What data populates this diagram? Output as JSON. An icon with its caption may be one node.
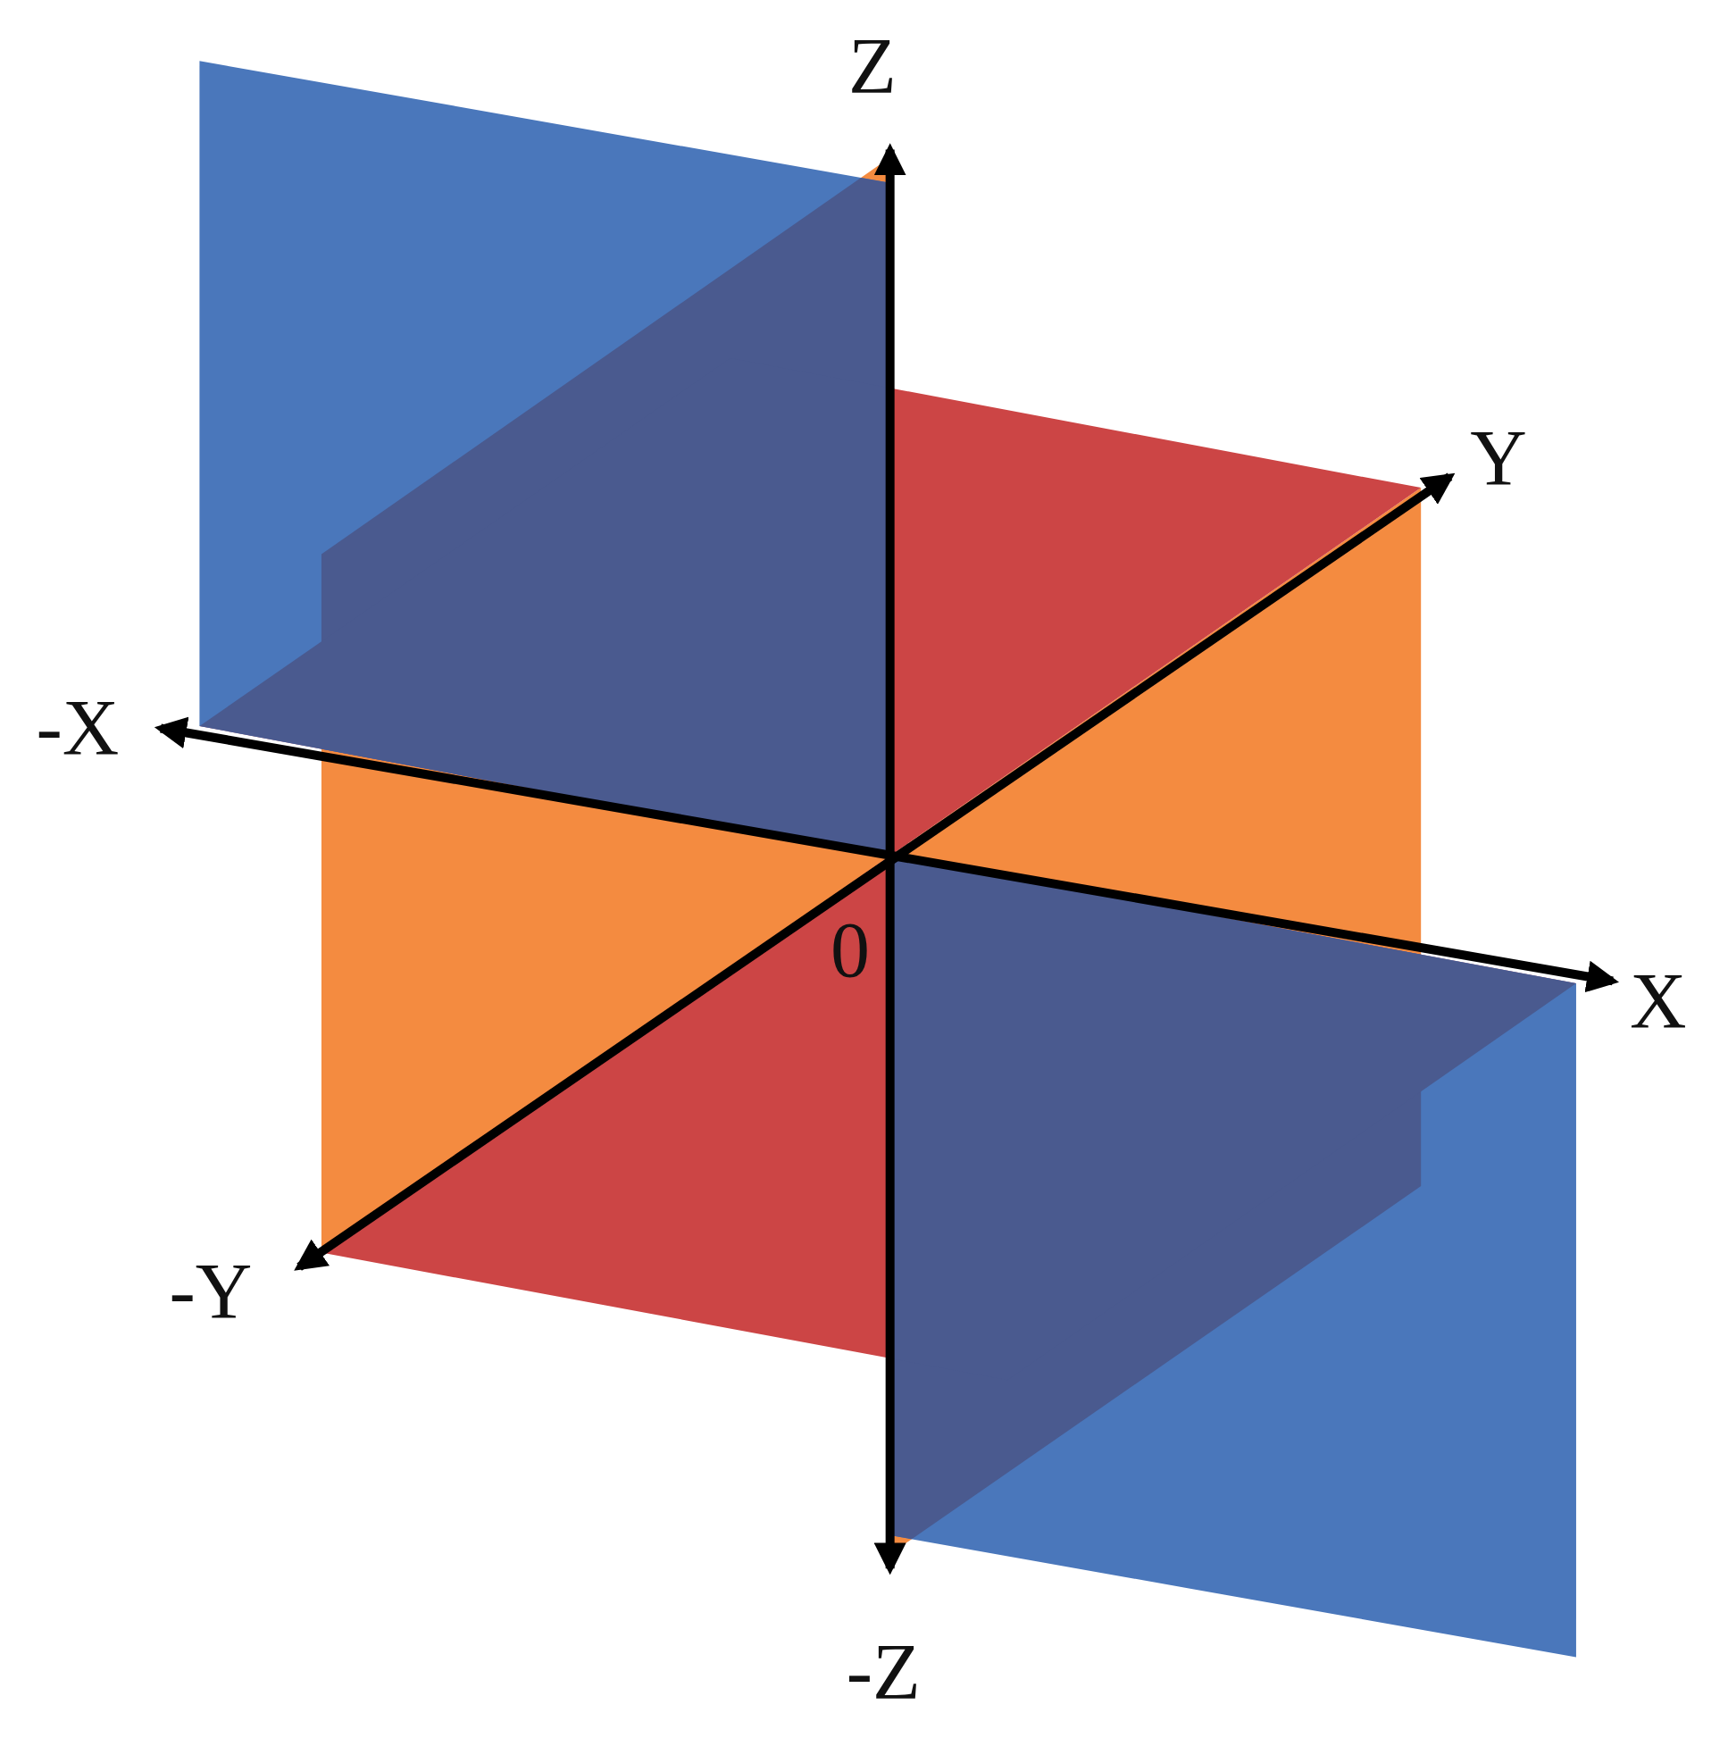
{
  "diagram": {
    "labels": [
      "Z",
      "Y",
      "-X",
      "0",
      "X",
      "-Y",
      "-Z"
    ]
  }
}
